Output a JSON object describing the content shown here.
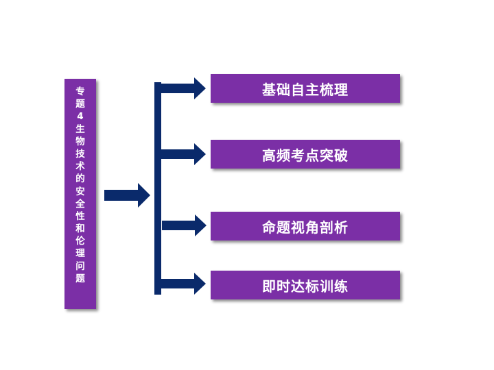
{
  "topic": {
    "characters": [
      "专",
      "题",
      "4",
      "生",
      "物",
      "技",
      "术",
      "的",
      "安",
      "全",
      "性",
      "和",
      "伦",
      "理",
      "问",
      "题"
    ]
  },
  "items": [
    {
      "label": "基础自主梳理"
    },
    {
      "label": "高频考点突破"
    },
    {
      "label": "命题视角剖析"
    },
    {
      "label": "即时达标训练"
    }
  ],
  "colors": {
    "box": "#7b2fa6",
    "arrow": "#0a2a6b",
    "text": "#ffffff"
  }
}
